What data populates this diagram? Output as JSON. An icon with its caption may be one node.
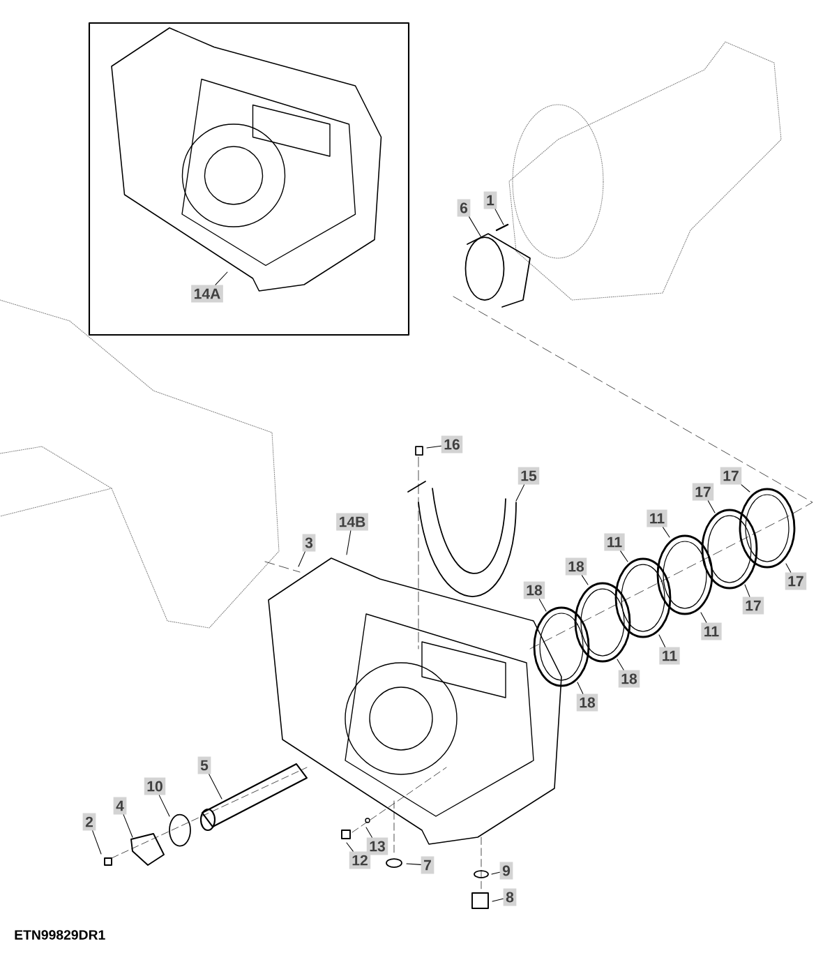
{
  "diagram": {
    "nodes": [
      {
        "text": [
          "6"
        ]
      },
      {
        "text": [
          "1"
        ]
      },
      {
        "text": [
          "14A"
        ]
      },
      {
        "text": [
          "16"
        ]
      },
      {
        "text": [
          "15"
        ]
      },
      {
        "text": [
          "14B"
        ]
      },
      {
        "text": [
          "3"
        ]
      },
      {
        "text": [
          "17"
        ]
      },
      {
        "text": [
          "17"
        ]
      },
      {
        "text": [
          "11"
        ]
      },
      {
        "text": [
          "11"
        ]
      },
      {
        "text": [
          "18"
        ]
      },
      {
        "text": [
          "18"
        ]
      },
      {
        "text": [
          "17"
        ]
      },
      {
        "text": [
          "17"
        ]
      },
      {
        "text": [
          "11"
        ]
      },
      {
        "text": [
          "11"
        ]
      },
      {
        "text": [
          "18"
        ]
      },
      {
        "text": [
          "18"
        ]
      },
      {
        "text": [
          "5"
        ]
      },
      {
        "text": [
          "10"
        ]
      },
      {
        "text": [
          "4"
        ]
      },
      {
        "text": [
          "2"
        ]
      },
      {
        "text": [
          "13"
        ]
      },
      {
        "text": [
          "12"
        ]
      },
      {
        "text": [
          "7"
        ]
      },
      {
        "text": [
          "9"
        ]
      },
      {
        "text": [
          "8"
        ]
      }
    ],
    "edges": [
      {
        "from": 0,
        "to": null,
        "arrow": "none"
      },
      {
        "from": 1,
        "to": null,
        "arrow": "none"
      },
      {
        "from": 2,
        "to": null,
        "arrow": "none"
      },
      {
        "from": 3,
        "to": null,
        "arrow": "none"
      },
      {
        "from": 4,
        "to": null,
        "arrow": "none"
      },
      {
        "from": 5,
        "to": null,
        "arrow": "none"
      },
      {
        "from": 6,
        "to": null,
        "arrow": "none"
      },
      {
        "from": 7,
        "to": null,
        "arrow": "none"
      },
      {
        "from": 8,
        "to": null,
        "arrow": "none"
      },
      {
        "from": 9,
        "to": null,
        "arrow": "none"
      },
      {
        "from": 10,
        "to": null,
        "arrow": "none"
      },
      {
        "from": 11,
        "to": null,
        "arrow": "none"
      },
      {
        "from": 12,
        "to": null,
        "arrow": "none"
      },
      {
        "from": 13,
        "to": null,
        "arrow": "none"
      },
      {
        "from": 14,
        "to": null,
        "arrow": "none"
      },
      {
        "from": 15,
        "to": null,
        "arrow": "none"
      },
      {
        "from": 16,
        "to": null,
        "arrow": "none"
      },
      {
        "from": 17,
        "to": null,
        "arrow": "none"
      },
      {
        "from": 18,
        "to": null,
        "arrow": "none"
      },
      {
        "from": 19,
        "to": null,
        "arrow": "none"
      },
      {
        "from": 20,
        "to": null,
        "arrow": "none"
      },
      {
        "from": 21,
        "to": null,
        "arrow": "none"
      },
      {
        "from": 22,
        "to": null,
        "arrow": "none"
      },
      {
        "from": 23,
        "to": null,
        "arrow": "none"
      },
      {
        "from": 24,
        "to": null,
        "arrow": "none"
      },
      {
        "from": 25,
        "to": null,
        "arrow": "none"
      },
      {
        "from": 26,
        "to": null,
        "arrow": "none"
      },
      {
        "from": 27,
        "to": null,
        "arrow": "none"
      }
    ],
    "labels": [
      "ETN99829DR1"
    ]
  }
}
